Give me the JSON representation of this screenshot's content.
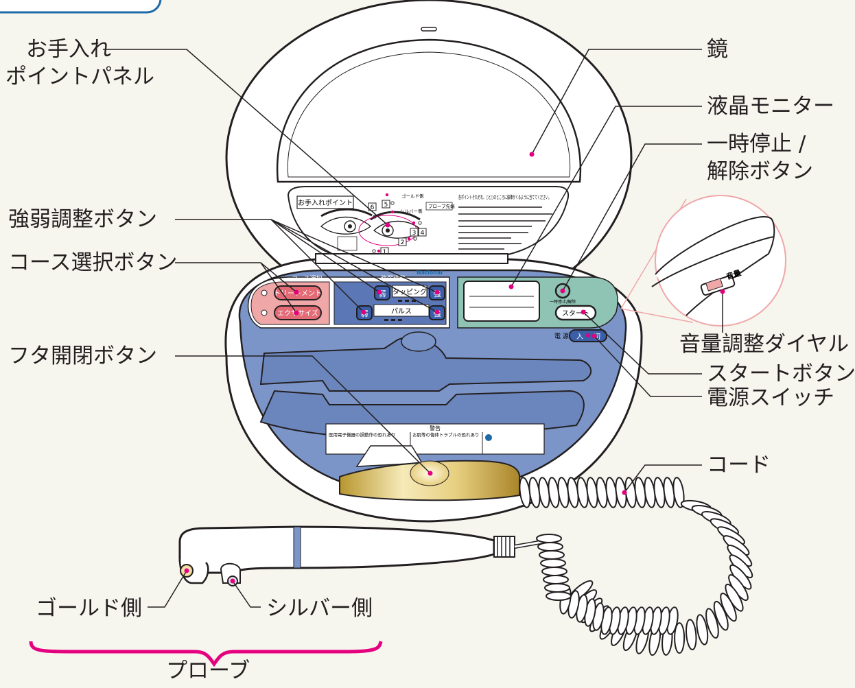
{
  "labels": {
    "care_point_panel_line1": "お手入れ",
    "care_point_panel_line2": "ポイントパネル",
    "mirror": "鏡",
    "lcd_monitor": "液晶モニター",
    "pause_line1": "一時停止 /",
    "pause_line2": "解除ボタン",
    "intensity_button": "強弱調整ボタン",
    "course_button": "コース選択ボタン",
    "lid_button": "フタ開閉ボタン",
    "volume_dial": "音量調整ダイヤル",
    "start_button": "スタートボタン",
    "power_switch": "電源スイッチ",
    "cord": "コード",
    "gold_side": "ゴールド側",
    "silver_side": "シルバー側",
    "probe": "プローブ"
  },
  "device": {
    "brand": "National",
    "course_header": "コース選択",
    "course_treatment": "トリートメント",
    "course_exercise": "エクササイズ",
    "intensity_header": "強弱調整",
    "mode_tapping": "タッピング",
    "mode_pulse": "パルス",
    "weak": "弱",
    "strong": "強",
    "pause_small": "一時停止/解除",
    "start": "スタート",
    "power_label": "電 源",
    "power_on": "入",
    "power_off": "切",
    "volume_mark": "音量",
    "panel_title": "お手入れポイント",
    "gold_mark": "ゴールド側",
    "silver_mark": "シルバー側",
    "probe_pos": "プローブ先端",
    "panel_instruction": "各ポイントそれぞれ、○と○のところに線棒がくるように当ててください。",
    "warning_title": "警告",
    "warning_1": "医用電子機器の誤動作の恐れあり",
    "warning_2": "お肌等の傷体トラブルの恐れあり",
    "point_numbers": [
      "1",
      "2",
      "3",
      "4",
      "5",
      "6"
    ]
  }
}
